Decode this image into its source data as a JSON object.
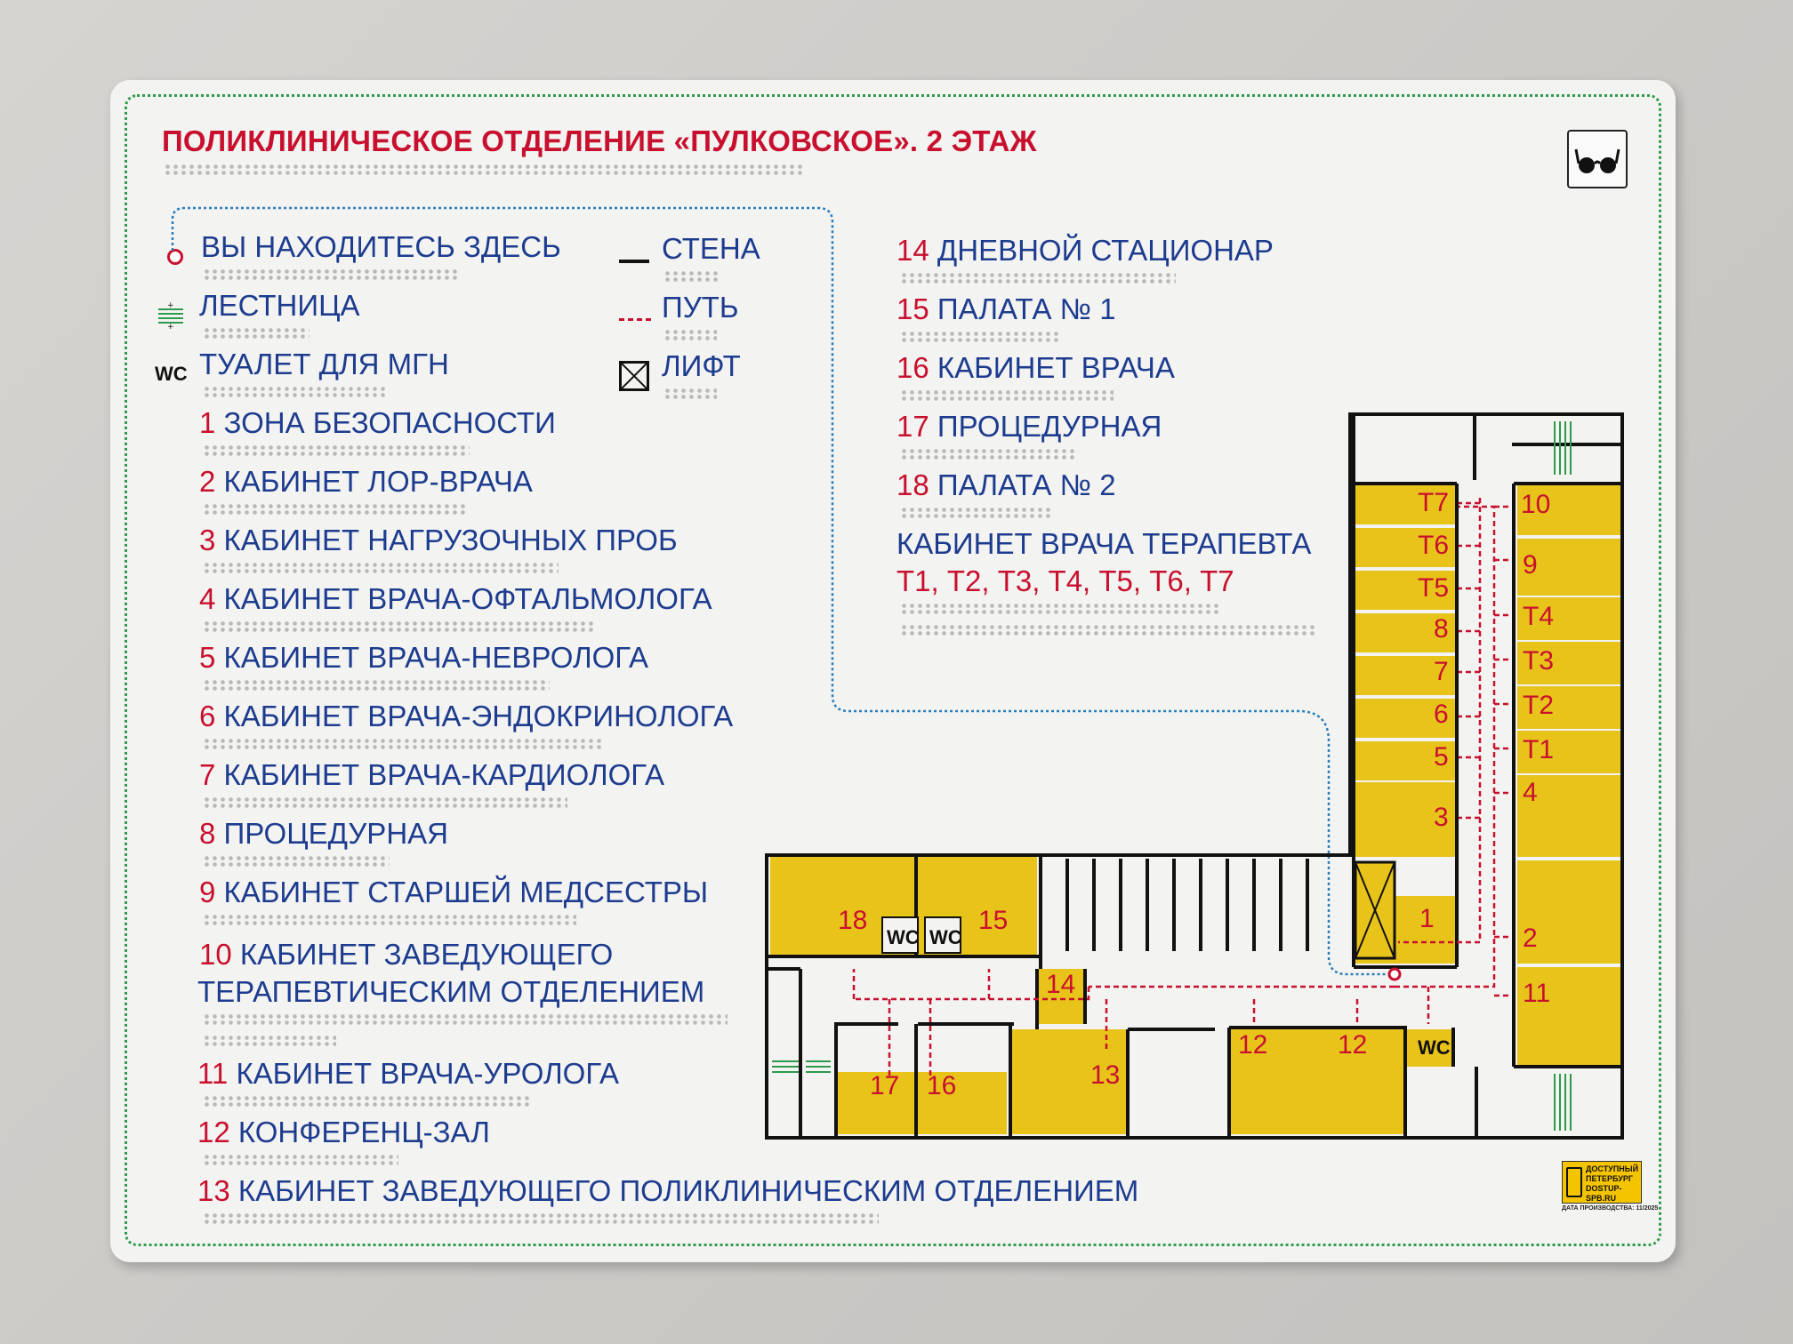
{
  "title": "ПОЛИКЛИНИЧЕСКОЕ ОТДЕЛЕНИЕ «ПУЛКОВСКОЕ». 2 ЭТАЖ",
  "legend": {
    "you_are_here": "ВЫ НАХОДИТЕСЬ ЗДЕСЬ",
    "stairs": "ЛЕСТНИЦА",
    "toilet_icon": "WC",
    "toilet": "ТУАЛЕТ ДЛЯ МГН",
    "wall": "СТЕНА",
    "path": "ПУТЬ",
    "lift": "ЛИФТ"
  },
  "rooms_left": [
    {
      "num": "1",
      "name": "ЗОНА БЕЗОПАСНОСТИ"
    },
    {
      "num": "2",
      "name": "КАБИНЕТ ЛОР-ВРАЧА"
    },
    {
      "num": "3",
      "name": "КАБИНЕТ НАГРУЗОЧНЫХ ПРОБ"
    },
    {
      "num": "4",
      "name": "КАБИНЕТ ВРАЧА-ОФТАЛЬМОЛОГА"
    },
    {
      "num": "5",
      "name": "КАБИНЕТ ВРАЧА-НЕВРОЛОГА"
    },
    {
      "num": "6",
      "name": "КАБИНЕТ ВРАЧА-ЭНДОКРИНОЛОГА"
    },
    {
      "num": "7",
      "name": "КАБИНЕТ ВРАЧА-КАРДИОЛОГА"
    },
    {
      "num": "8",
      "name": "ПРОЦЕДУРНАЯ"
    },
    {
      "num": "9",
      "name": "КАБИНЕТ СТАРШЕЙ МЕДСЕСТРЫ"
    },
    {
      "num": "10",
      "name": "КАБИНЕТ ЗАВЕДУЮЩЕГО",
      "name2": "ТЕРАПЕВТИЧЕСКИМ ОТДЕЛЕНИЕМ"
    },
    {
      "num": "11",
      "name": "КАБИНЕТ ВРАЧА-УРОЛОГА"
    },
    {
      "num": "12",
      "name": "КОНФЕРЕНЦ-ЗАЛ"
    },
    {
      "num": "13",
      "name": "КАБИНЕТ ЗАВЕДУЮЩЕГО ПОЛИКЛИНИЧЕСКИМ ОТДЕЛЕНИЕМ"
    }
  ],
  "rooms_right": [
    {
      "num": "14",
      "name": "ДНЕВНОЙ СТАЦИОНАР"
    },
    {
      "num": "15",
      "name": "ПАЛАТА № 1"
    },
    {
      "num": "16",
      "name": "КАБИНЕТ ВРАЧА"
    },
    {
      "num": "17",
      "name": "ПРОЦЕДУРНАЯ"
    },
    {
      "num": "18",
      "name": "ПАЛАТА № 2"
    }
  ],
  "therapist": {
    "name": "КАБИНЕТ ВРАЧА ТЕРАПЕВТА",
    "rooms": "Т1, Т2, Т3, Т4, Т5, Т6, Т7"
  },
  "plan_labels": {
    "r1": "1",
    "r2": "2",
    "r3": "3",
    "r4": "4",
    "r5": "5",
    "r6": "6",
    "r7": "7",
    "r8": "8",
    "r9": "9",
    "r10": "10",
    "r11": "11",
    "r12a": "12",
    "r12b": "12",
    "r13": "13",
    "r14": "14",
    "r15": "15",
    "r16": "16",
    "r17": "17",
    "r18": "18",
    "t1": "Т1",
    "t2": "Т2",
    "t3": "Т3",
    "t4": "Т4",
    "t5": "Т5",
    "t6": "Т6",
    "t7": "Т7",
    "wc1": "WC",
    "wc2": "WC",
    "wc3": "WC"
  },
  "producer": {
    "line1": "ДОСТУПНЫЙ",
    "line2": "ПЕТЕРБУРГ",
    "site": "DOSTUP-SPB.RU",
    "date": "ДАТА ПРОИЗВОДСТВА: 11/2025"
  },
  "colors": {
    "title_red": "#c8102e",
    "text_blue": "#1d3c8f",
    "room_yellow": "#e8c31a",
    "frame_green": "#2f9a4b",
    "route_blue": "#2a7fb8"
  }
}
